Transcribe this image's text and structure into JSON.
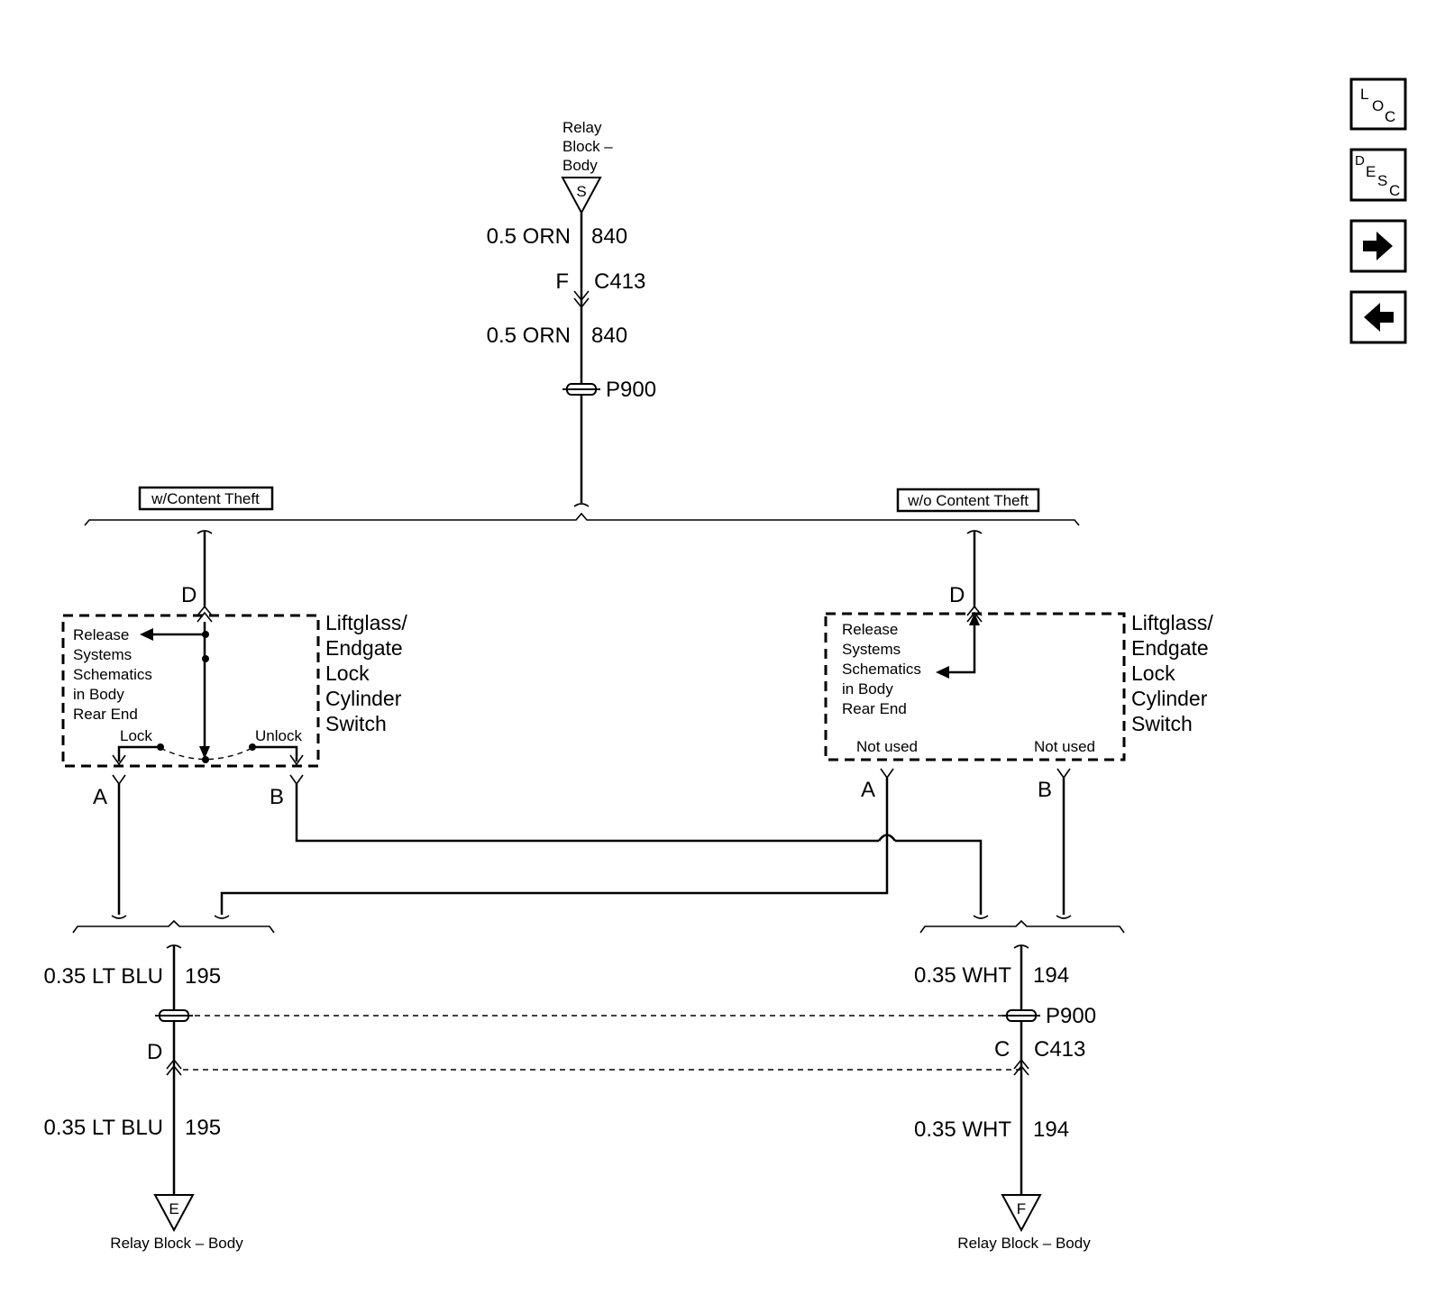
{
  "top_source": {
    "label_line1": "Relay",
    "label_line2": "Block –",
    "label_line3": "Body",
    "symbol": "S"
  },
  "top_wire_1": {
    "gauge_color": "0.5 ORN",
    "circuit": "840"
  },
  "top_connector": {
    "pin": "F",
    "name": "C413"
  },
  "top_wire_2": {
    "gauge_color": "0.5 ORN",
    "circuit": "840"
  },
  "top_splice": {
    "name": "P900"
  },
  "option_left": "w/Content Theft",
  "option_right": "w/o Content Theft",
  "left_switch": {
    "pin_top": "D",
    "note_lines": [
      "Release",
      "Systems",
      "Schematics",
      "in Body",
      "Rear End"
    ],
    "lock_label": "Lock",
    "unlock_label": "Unlock",
    "title_lines": [
      "Liftglass/",
      "Endgate",
      "Lock",
      "Cylinder",
      "Switch"
    ],
    "pin_a": "A",
    "pin_b": "B"
  },
  "right_switch": {
    "pin_top": "D",
    "note_lines": [
      "Release",
      "Systems",
      "Schematics",
      "in Body",
      "Rear End"
    ],
    "not_used_a": "Not used",
    "not_used_b": "Not used",
    "title_lines": [
      "Liftglass/",
      "Endgate",
      "Lock",
      "Cylinder",
      "Switch"
    ],
    "pin_a": "A",
    "pin_b": "B"
  },
  "bottom_left": {
    "wire_1": {
      "gauge_color": "0.35 LT BLU",
      "circuit": "195"
    },
    "pin": "D",
    "wire_2": {
      "gauge_color": "0.35 LT BLU",
      "circuit": "195"
    },
    "symbol": "E",
    "destination": "Relay Block – Body"
  },
  "bottom_right": {
    "wire_1": {
      "gauge_color": "0.35 WHT",
      "circuit": "194"
    },
    "splice": "P900",
    "pin": "C",
    "connector": "C413",
    "wire_2": {
      "gauge_color": "0.35 WHT",
      "circuit": "194"
    },
    "symbol": "F",
    "destination": "Relay Block – Body"
  },
  "nav": {
    "loc": {
      "l1": "L",
      "l2": "O",
      "l3": "C"
    },
    "desc": {
      "l1": "D",
      "l2": "E",
      "l3": "S",
      "l4": "C"
    },
    "forward_icon": "arrow-right",
    "back_icon": "arrow-left"
  }
}
